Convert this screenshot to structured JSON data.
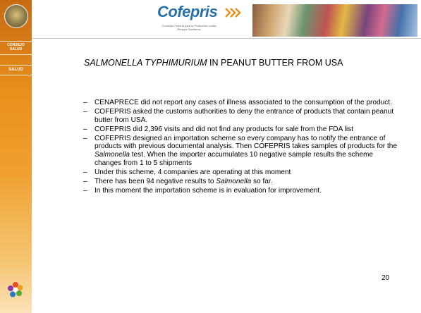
{
  "sidebar": {
    "label_top": "CONSEJO SALUD",
    "label_salud": "SALUD"
  },
  "header": {
    "logo_text": "Cofepris",
    "logo_subtitle": "Comisión Federal para la Protección contra Riesgos Sanitarios"
  },
  "slide": {
    "title_italic": "SALMONELLA TYPHIMURIUM",
    "title_rest": " IN PEANUT BUTTER FROM USA",
    "bullets": [
      {
        "parts": [
          {
            "text": "CENAPRECE did not report any cases of illness associated to the consumption of the product.",
            "italic": false
          }
        ]
      },
      {
        "parts": [
          {
            "text": "COFEPRIS asked the customs authorities to deny the entrance of products that contain peanut butter from USA.",
            "italic": false
          }
        ]
      },
      {
        "parts": [
          {
            "text": "COFEPRIS did 2,396 visits and did not find any products for sale from the FDA list",
            "italic": false
          }
        ]
      },
      {
        "parts": [
          {
            "text": "COFEPRIS designed an importation scheme so every company has to notify the entrance of products with previous documental analysis. Then COFEPRIS takes  samples of products for the ",
            "italic": false
          },
          {
            "text": "Salmonella",
            "italic": true
          },
          {
            "text": " test. When the importer accumulates 10 negative sample results the scheme changes from 1 to 5 shipments",
            "italic": false
          }
        ]
      },
      {
        "parts": [
          {
            "text": "Under this scheme, 4 companies are operating at this moment",
            "italic": false
          }
        ]
      },
      {
        "parts": [
          {
            "text": "There has been 94 negative results to ",
            "italic": false
          },
          {
            "text": "Salmonella",
            "italic": true
          },
          {
            "text": " so far.",
            "italic": false
          }
        ]
      },
      {
        "parts": [
          {
            "text": "In this moment the importation scheme is in evaluation for improvement.",
            "italic": false
          }
        ]
      }
    ],
    "page_number": "20"
  },
  "colors": {
    "sidebar_top": "#c86a12",
    "sidebar_bottom": "#fbe2b8",
    "logo_blue": "#2870a8",
    "logo_arrow": "#e8901c"
  }
}
